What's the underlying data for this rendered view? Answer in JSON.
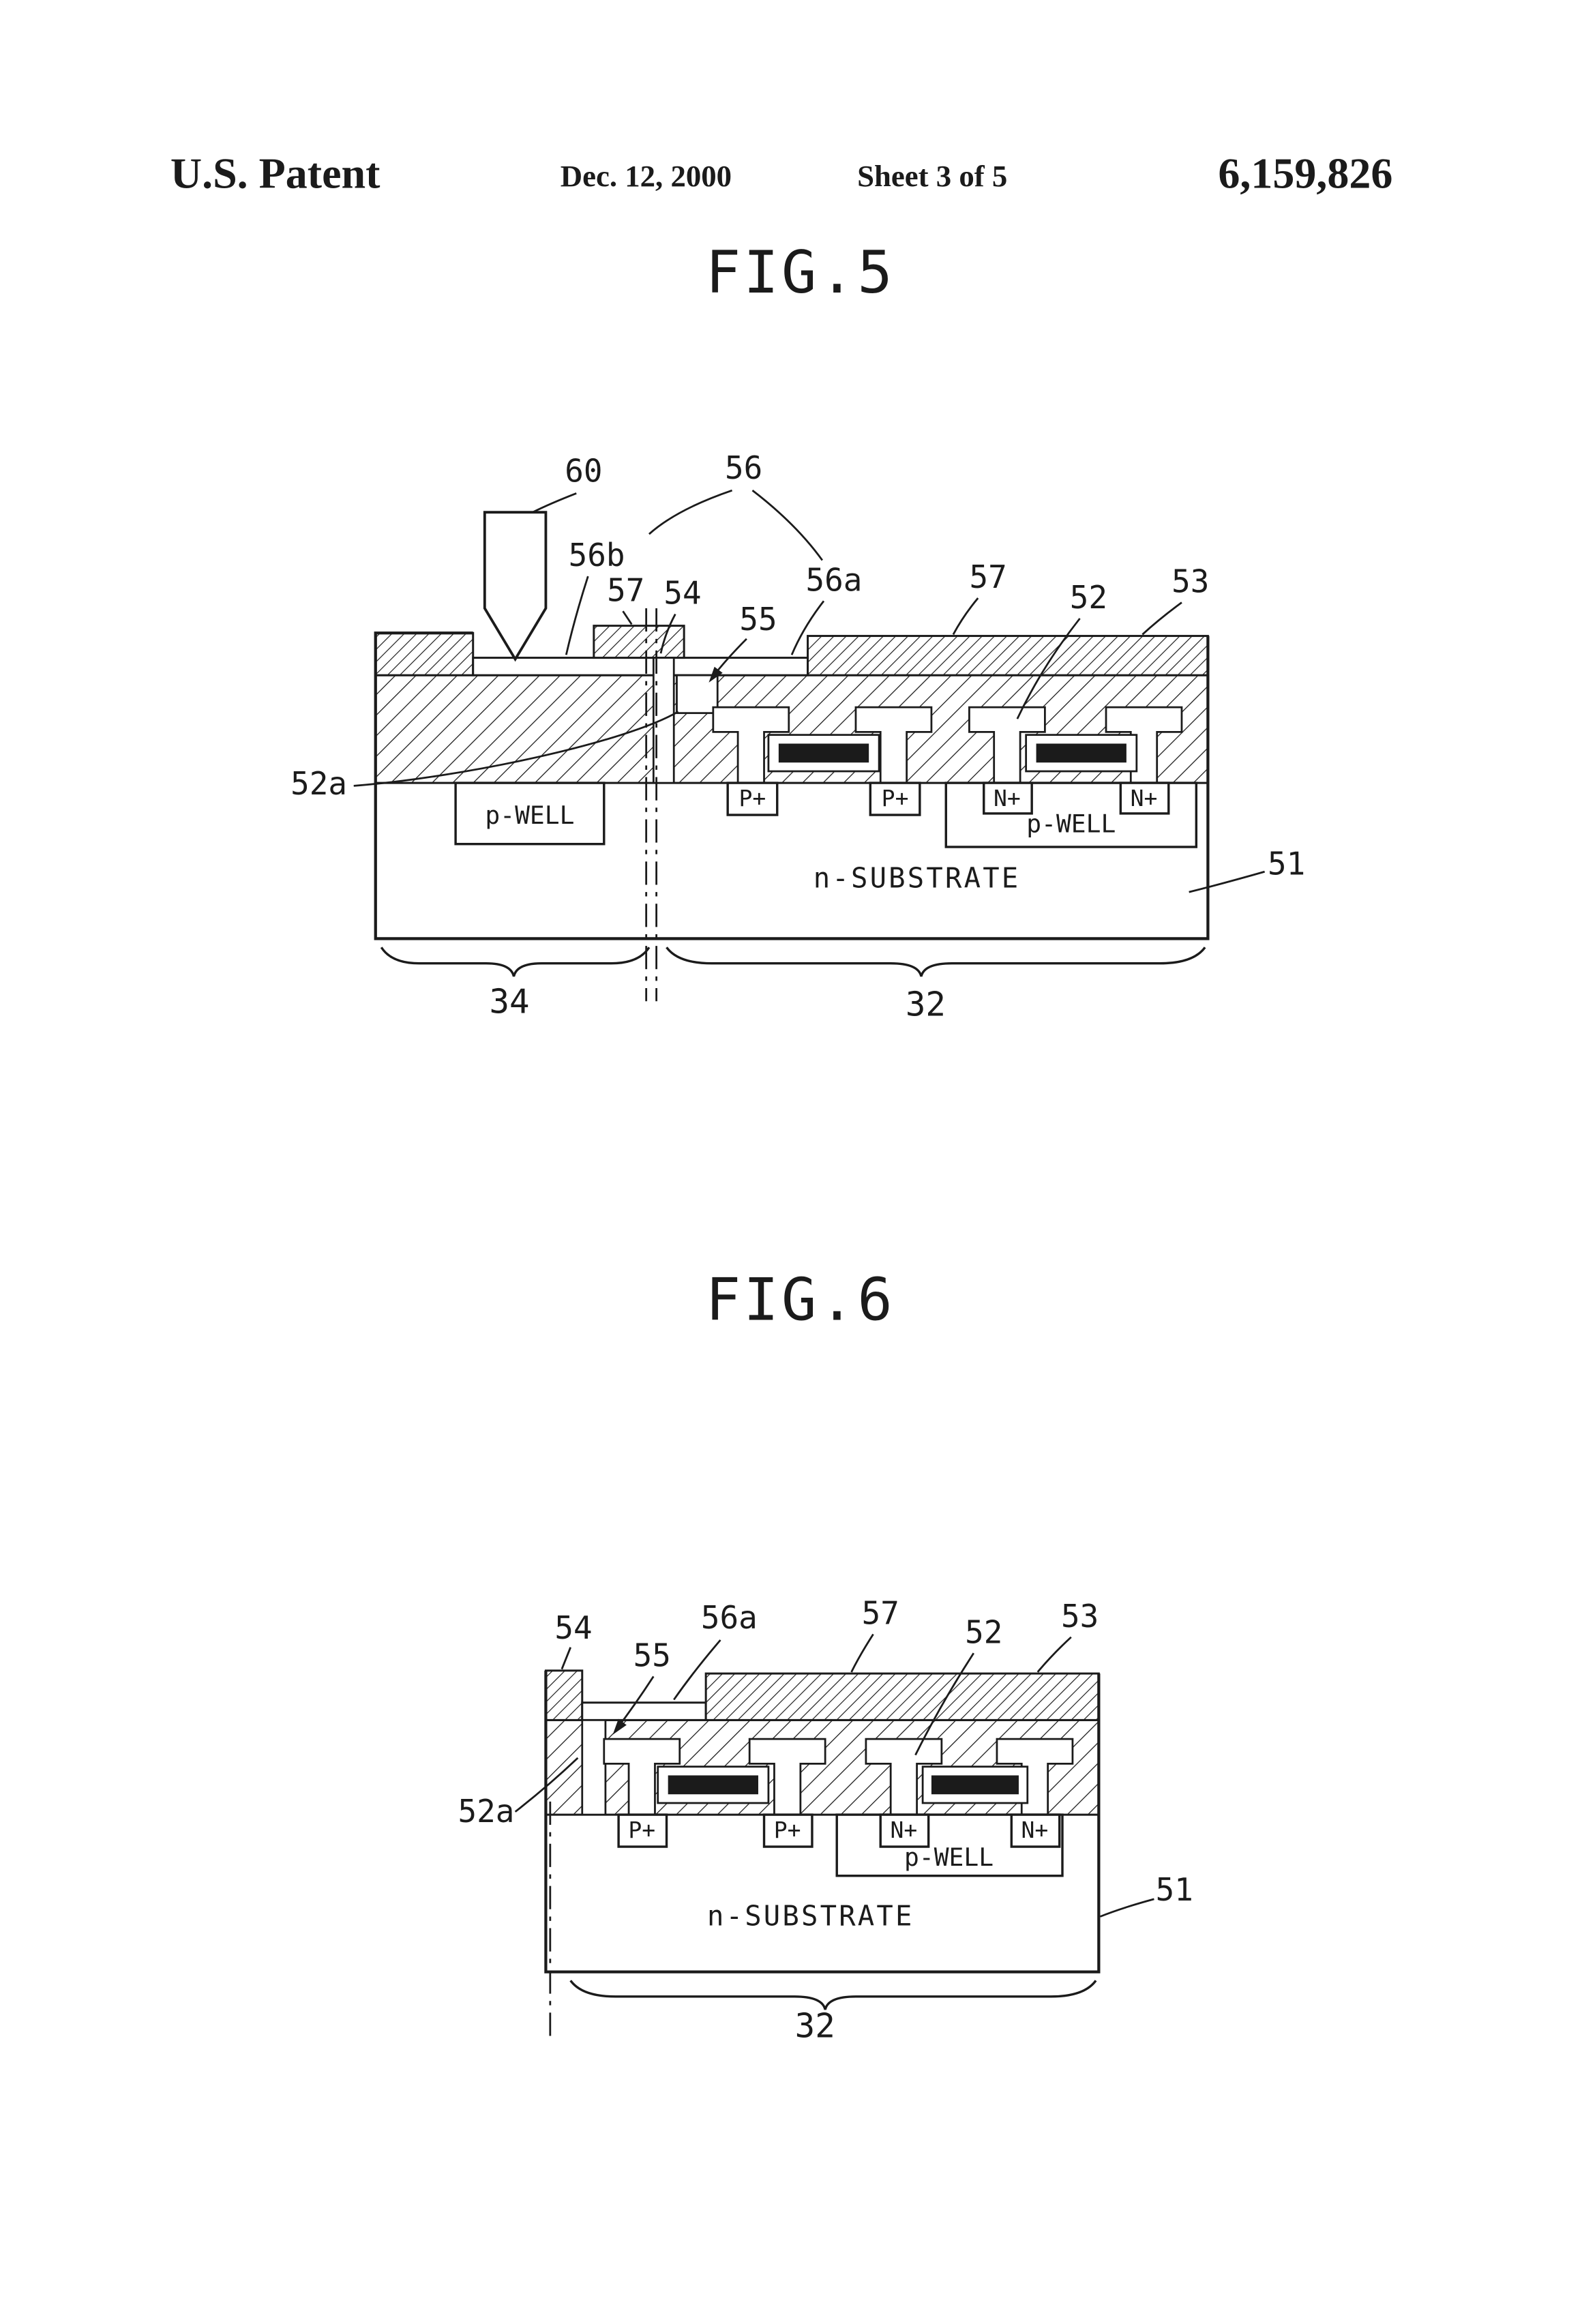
{
  "header": {
    "title": "U.S. Patent",
    "date": "Dec. 12, 2000",
    "sheet": "Sheet 3 of 5",
    "patent_number": "6,159,826"
  },
  "fig5": {
    "title": "FIG.5",
    "refs": {
      "r60": "60",
      "r56": "56",
      "r56b": "56b",
      "r57_left": "57",
      "r54": "54",
      "r56a": "56a",
      "r55": "55",
      "r57_right": "57",
      "r52": "52",
      "r53": "53",
      "r52a": "52a",
      "r51": "51",
      "r34": "34",
      "r32": "32"
    },
    "regions": {
      "pwell_left": "p-WELL",
      "pplus_1": "P+",
      "pplus_2": "P+",
      "nplus_1": "N+",
      "nplus_2": "N+",
      "pwell_right": "p-WELL",
      "substrate": "n-SUBSTRATE"
    }
  },
  "fig6": {
    "title": "FIG.6",
    "refs": {
      "r54": "54",
      "r56a": "56a",
      "r55": "55",
      "r57": "57",
      "r52": "52",
      "r53": "53",
      "r52a": "52a",
      "r51": "51",
      "r32": "32"
    },
    "regions": {
      "pplus_1": "P+",
      "pplus_2": "P+",
      "nplus_1": "N+",
      "nplus_2": "N+",
      "pwell": "p-WELL",
      "substrate": "n-SUBSTRATE"
    }
  }
}
